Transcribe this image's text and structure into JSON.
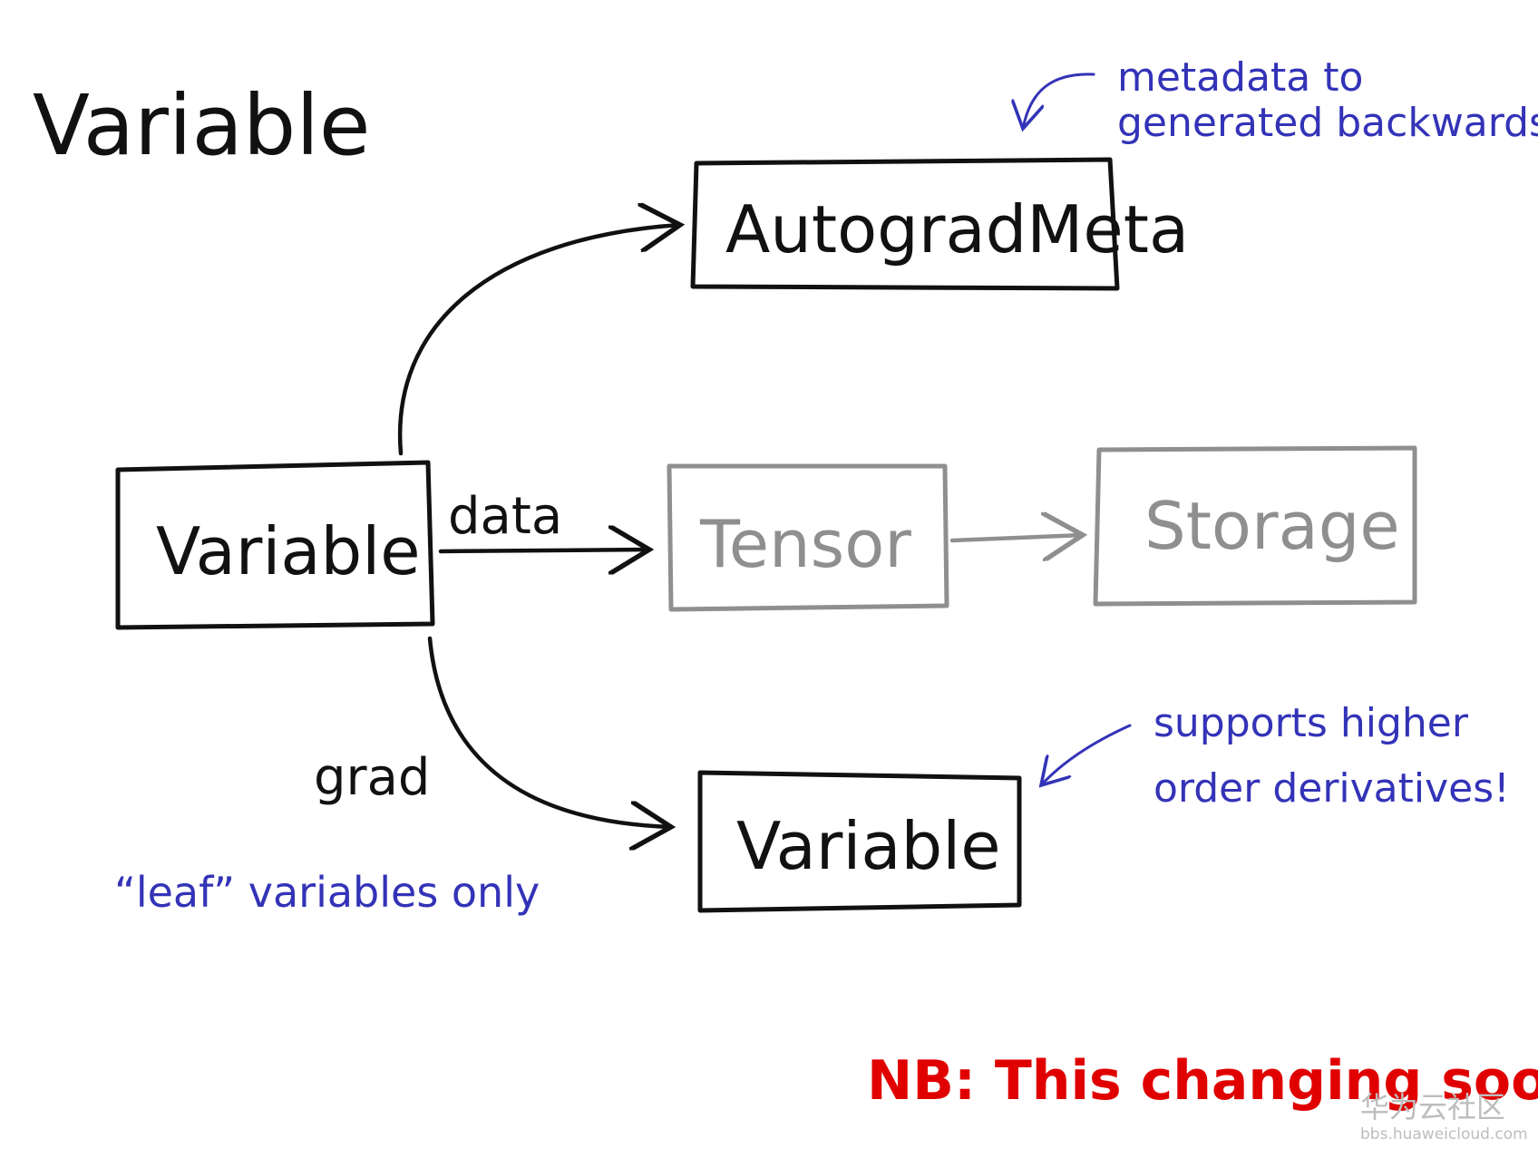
{
  "colors": {
    "ink": "#111111",
    "gray": "#8f8f8f",
    "blue": "#3333b8",
    "red": "#e00000",
    "watermark": "#bdbdbd"
  },
  "title": "Variable",
  "nodes": {
    "autograd_meta": "AutogradMeta",
    "variable_main": "Variable",
    "tensor": "Tensor",
    "storage": "Storage",
    "variable_grad": "Variable"
  },
  "edges": {
    "data": "data",
    "grad": "grad"
  },
  "notes": {
    "metadata_line1": "metadata to",
    "metadata_line2": "generated backwards",
    "higher_line1": "supports higher",
    "higher_line2": "order derivatives!",
    "leaf": "“leaf” variables only",
    "nb": "NB: This changing soon!"
  },
  "watermark": {
    "cn": "华为云社区",
    "url": "bbs.huaweicloud.com"
  }
}
